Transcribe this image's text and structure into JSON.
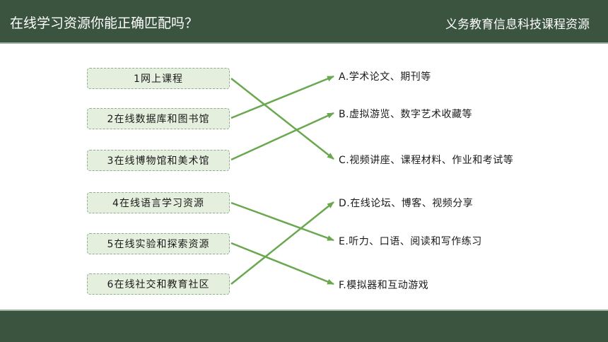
{
  "header": {
    "title": "在线学习资源你能正确匹配吗？",
    "subtitle": "义务教育信息科技课程资源"
  },
  "left_items": [
    {
      "label": "1网上课程"
    },
    {
      "label": "2在线数据库和图书馆"
    },
    {
      "label": "3在线博物馆和美术馆"
    },
    {
      "label": "4在线语言学习资源"
    },
    {
      "label": "5在线实验和探索资源"
    },
    {
      "label": "6在线社交和教育社区"
    }
  ],
  "right_items": [
    {
      "label": "A.学术论文、期刊等"
    },
    {
      "label": "B.虚拟游览、数字艺术收藏等"
    },
    {
      "label": "C.视频讲座、课程材料、作业和考试等"
    },
    {
      "label": "D.在线论坛、博客、视频分享"
    },
    {
      "label": "E.听力、口语、阅读和写作练习"
    },
    {
      "label": "F.模拟器和互动游戏"
    }
  ],
  "matches": [
    [
      0,
      2
    ],
    [
      1,
      0
    ],
    [
      2,
      1
    ],
    [
      3,
      4
    ],
    [
      4,
      5
    ],
    [
      5,
      3
    ]
  ],
  "colors": {
    "header_bg": "#3a5440",
    "box_fill": "#e5efdd",
    "box_border": "#8fae8f",
    "arrow": "#6aa84f"
  }
}
